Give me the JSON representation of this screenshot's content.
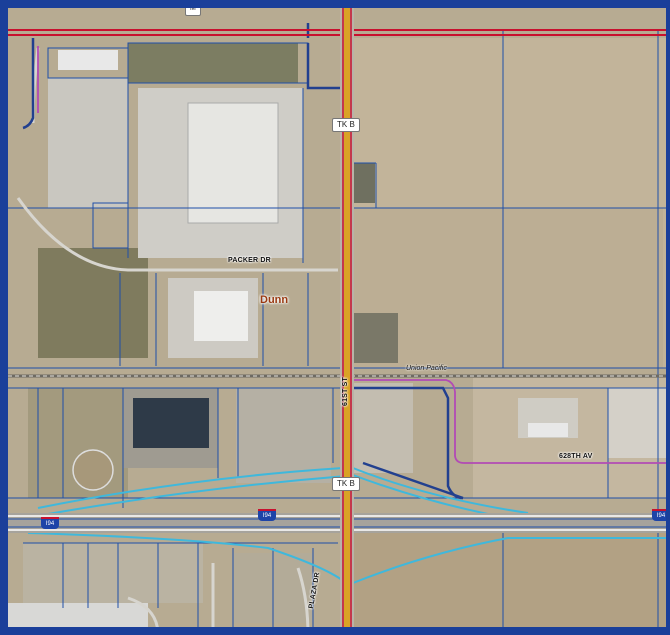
{
  "map": {
    "place_label": "Dunn",
    "shields": {
      "tk_b_north": "TK B",
      "tk_b_south": "TK B",
      "top_partial": "M"
    },
    "roads": {
      "packer_dr": "PACKER DR",
      "sixty_first_st": "61ST ST",
      "six_twenty_eighth_av": "628TH AV",
      "plaza_dr": "PLAZA DR"
    },
    "railroad": "Union Pacific",
    "interstate": {
      "west": "I94",
      "center": "I94",
      "east": "I94"
    },
    "colors": {
      "frame": "#1a3f9a",
      "parcel_lines": "#1f4fa8",
      "county_highway": "#d9a326",
      "road_red": "#c8102e",
      "interstate_ramp": "#3fb8dc",
      "municipal_boundary": "#b24bb5"
    }
  }
}
